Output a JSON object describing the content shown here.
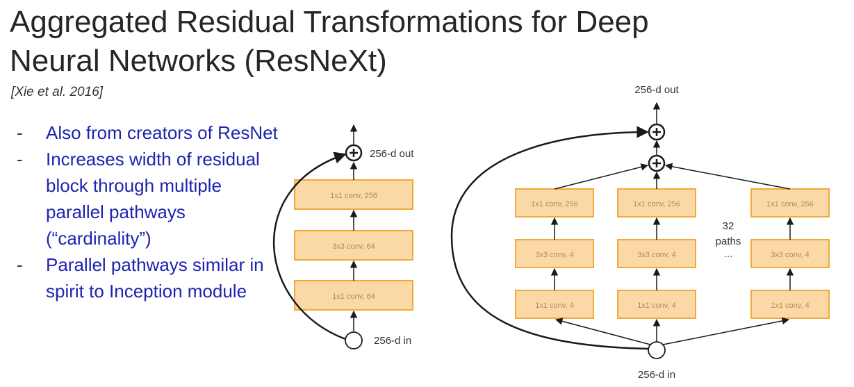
{
  "slide": {
    "title_line1": "Aggregated Residual Transformations for Deep",
    "title_line2": "Neural Networks (ResNeXt)",
    "citation": "[Xie et al. 2016]",
    "bullets": [
      "Also from creators of ResNet",
      "Increases width of residual block through multiple parallel pathways (“cardinality”)",
      "Parallel pathways similar in spirit to Inception module"
    ]
  },
  "left_block": {
    "top_label": "256-d out",
    "bottom_label": "256-d in",
    "layers": [
      "1x1 conv, 256",
      "3x3 conv, 64",
      "1x1 conv, 64"
    ]
  },
  "right_block": {
    "top_label": "256-d out",
    "bottom_label": "256-d in",
    "paths_count": "32",
    "paths_word": "paths",
    "ellipsis": "...",
    "path_layers": [
      "1x1 conv, 256",
      "3x3 conv, 4",
      "1x1 conv, 4"
    ]
  },
  "colors": {
    "box_fill": "#fbd9a6",
    "box_border": "#f0a93a",
    "box_text": "#b08a5a",
    "bullet_text": "#1e23b0"
  },
  "icons": [
    "plus-circle-icon",
    "input-node-icon"
  ]
}
